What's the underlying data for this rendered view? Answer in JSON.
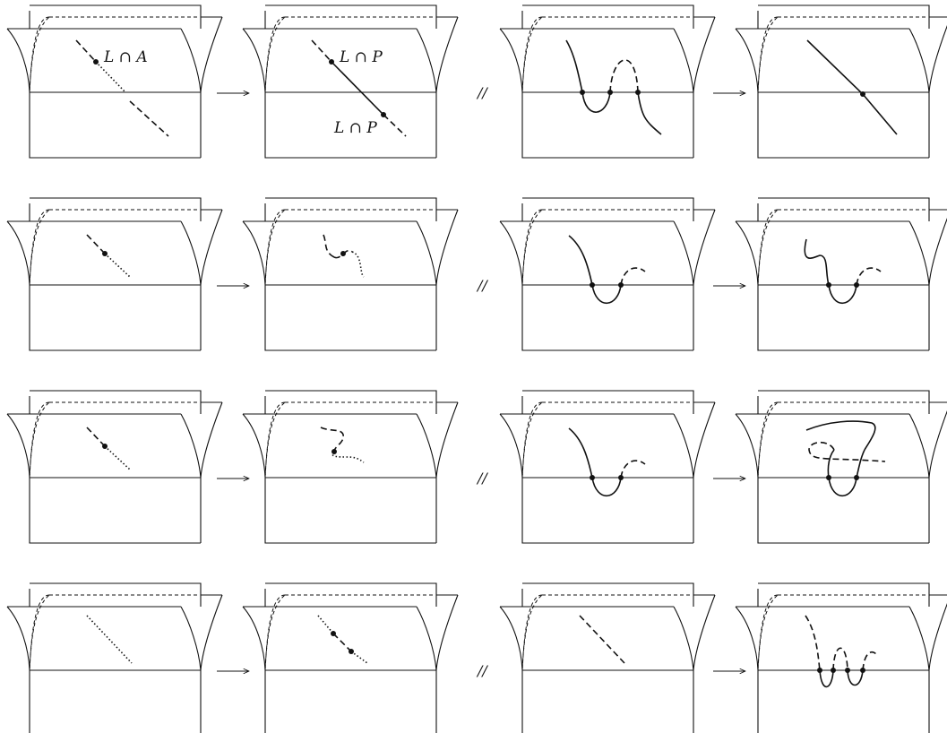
{
  "labels": {
    "r0_p0_point": "L ∩ A",
    "r0_p1_point_top": "L ∩ P",
    "r0_p1_point_bottom": "L ∩ P"
  },
  "separator": "//"
}
